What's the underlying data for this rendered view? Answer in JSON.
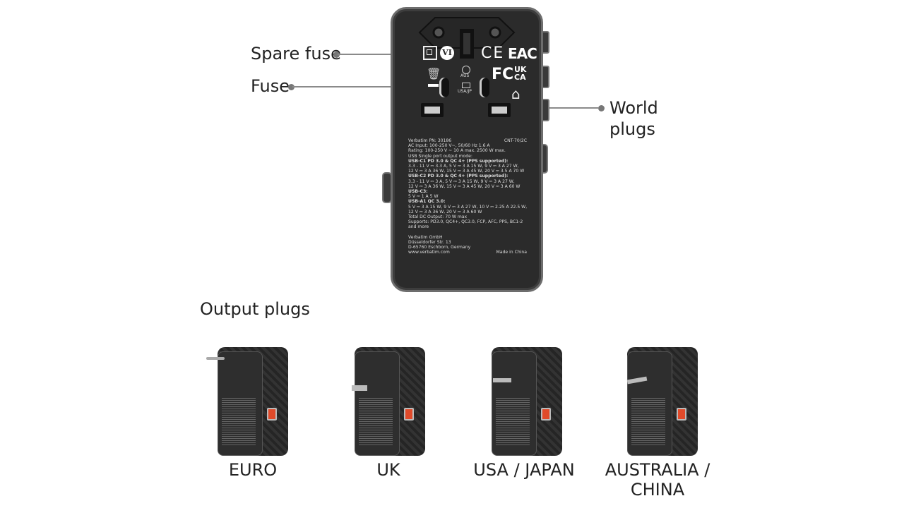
{
  "callouts": {
    "spare_fuse": "Spare fuse",
    "fuse": "Fuse",
    "world_plugs_line1": "World",
    "world_plugs_line2": "plugs",
    "output_plugs": "Output plugs"
  },
  "device": {
    "marks": {
      "vi": "VI",
      "ce": "CE",
      "eac": "EAC",
      "fc": "FC",
      "ukca_1": "UK",
      "ukca_2": "CA",
      "aus": "AUS",
      "usajp": "USA/JP"
    },
    "specs": {
      "pn": "Verbatim PN: 30186",
      "model": "CNT-70/2C",
      "lines": [
        {
          "text": "AC Input: 100-250 V~, 50/60 Hz 1.6 A",
          "bold": false
        },
        {
          "text": "Rating: 100-250 V ~ 10 A max. 2500 W max.",
          "bold": false
        },
        {
          "text": "USB Single port output mode:",
          "bold": false
        },
        {
          "text": "USB-C1 PD 3.0 & QC 4+ (PPS supported):",
          "bold": true
        },
        {
          "text": "3.3 - 11 V ⎓ 3.3 A, 5 V ⎓ 3 A 15 W, 9 V ⎓ 3 A 27 W,",
          "bold": false
        },
        {
          "text": "12 V ⎓ 3 A 36 W, 15 V ⎓ 3 A 45 W, 20 V ⎓ 3.5 A 70 W",
          "bold": false
        },
        {
          "text": "USB-C2 PD 3.0 & QC 4+ (PPS supported):",
          "bold": true
        },
        {
          "text": "3.3 - 11 V ⎓ 3 A, 5 V ⎓ 3 A 15 W, 9 V ⎓ 3 A 27 W,",
          "bold": false
        },
        {
          "text": "12 V ⎓ 3 A 36 W, 15 V ⎓ 3 A 45 W, 20 V ⎓ 3 A 60 W",
          "bold": false
        },
        {
          "text": "USB-C3:",
          "bold": true
        },
        {
          "text": "5 V ⎓ 1 A 5 W",
          "bold": false
        },
        {
          "text": "USB-A1 QC 3.0:",
          "bold": true
        },
        {
          "text": "5 V ⎓ 3 A 15 W, 9 V ⎓ 3 A 27 W, 10 V ⎓ 2.25 A 22.5 W,",
          "bold": false
        },
        {
          "text": "12 V ⎓ 3 A 36 W, 20 V ⎓ 3 A 60 W",
          "bold": false
        },
        {
          "text": "Total DC Output: 70 W max",
          "bold": false
        },
        {
          "text": "Supports: PD3.0, QC4+, QC3.0, FCP, AFC, PPS, BC1-2",
          "bold": false
        },
        {
          "text": "and more",
          "bold": false
        },
        {
          "text": "",
          "bold": false
        },
        {
          "text": "Verbatim GmbH",
          "bold": false
        },
        {
          "text": "Düsseldorfer Str. 13",
          "bold": false
        },
        {
          "text": "D-65760 Eschborn, Germany",
          "bold": false
        }
      ],
      "website": "www.verbatim.com",
      "origin": "Made in China"
    }
  },
  "output_plugs": [
    {
      "label": "EURO"
    },
    {
      "label": "UK"
    },
    {
      "label": "USA / JAPAN"
    },
    {
      "label": "AUSTRALIA /",
      "label2": "CHINA"
    }
  ]
}
